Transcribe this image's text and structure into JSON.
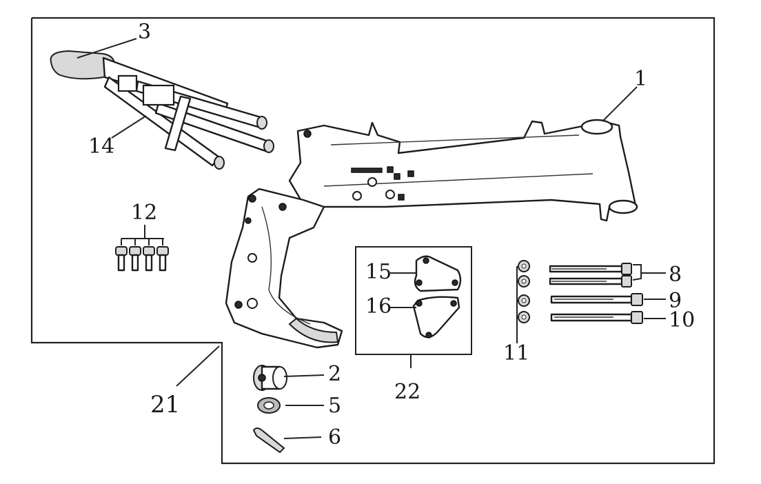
{
  "callouts": {
    "c1": "1",
    "c2": "2",
    "c3": "3",
    "c5": "5",
    "c6": "6",
    "c8": "8",
    "c9": "9",
    "c10": "10",
    "c11": "11",
    "c12": "12",
    "c14": "14",
    "c15": "15",
    "c16": "16",
    "c21": "21",
    "c22": "22"
  },
  "parts": {
    "main_frame": "main-frame",
    "rear_subframe": "rear-subframe",
    "rubber_grommet": "rubber-grommet",
    "washer_ring": "washer-ring",
    "strap_clip": "strap-clip",
    "engine_mount_plates": "engine-mount-plates",
    "bolt_set": "bolt-set",
    "nut_set": "nut-set",
    "small_bolts": "small-bolts"
  }
}
